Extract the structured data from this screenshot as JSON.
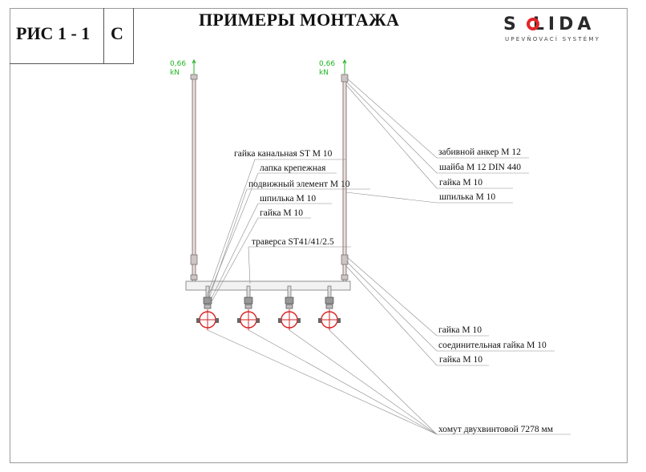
{
  "header": {
    "figure_label": "РИС 1 - 1",
    "figure_variant": "C",
    "title": "ПРИМЕРЫ МОНТАЖА"
  },
  "logo": {
    "word_prefix": "S",
    "word_suffix": "LIDA",
    "subtitle": "UPEVŇOVACÍ SYSTÉMY",
    "brand_color": "#e3242b"
  },
  "loads": [
    {
      "value": "0,66",
      "unit": "kN"
    },
    {
      "value": "0,66",
      "unit": "kN"
    }
  ],
  "labels_left": {
    "channel_nut": "гайка канальная ST M 10",
    "fixing_strap": "лапка крепежная",
    "movable_element": "подвижный элемент M 10",
    "threaded_rod": "шпилька M 10",
    "nut": "гайка M 10",
    "traverse": "траверса ST41/41/2.5"
  },
  "labels_right_top": {
    "anchor": "забивной анкер M 12",
    "washer": "шайба M 12 DIN 440",
    "nut": "гайка M 10",
    "threaded_rod": "шпилька M 10"
  },
  "labels_right_bottom": {
    "nut_upper": "гайка M 10",
    "coupling_nut": "соединительная гайка M 10",
    "nut_lower": "гайка M 10"
  },
  "labels_clamp": {
    "clamp": "хомут двухвинтовой 7278 мм"
  },
  "colors": {
    "load_arrow": "#1fb51f",
    "clamp": "#d92020",
    "rod": "#7a5a5a",
    "leader": "#8a8a8a"
  }
}
